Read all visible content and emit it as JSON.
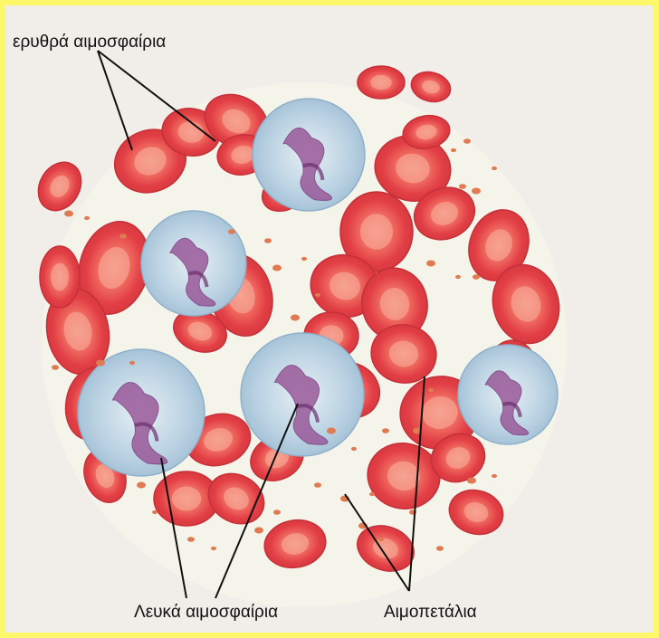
{
  "labels": {
    "red_cells": "ερυθρά αιμοσφαίρια",
    "white_cells": "Λευκά αιμοσφαίρια",
    "platelets": "Αιμοπετάλια"
  },
  "colors": {
    "border": "#fdf86a",
    "paper": "#f1eeea",
    "red_cell": "#e8464a",
    "red_cell_center": "#f59a8e",
    "white_cell": "#bfd6e6",
    "nucleus": "#9a5a9a",
    "platelet": "#e07a52"
  }
}
